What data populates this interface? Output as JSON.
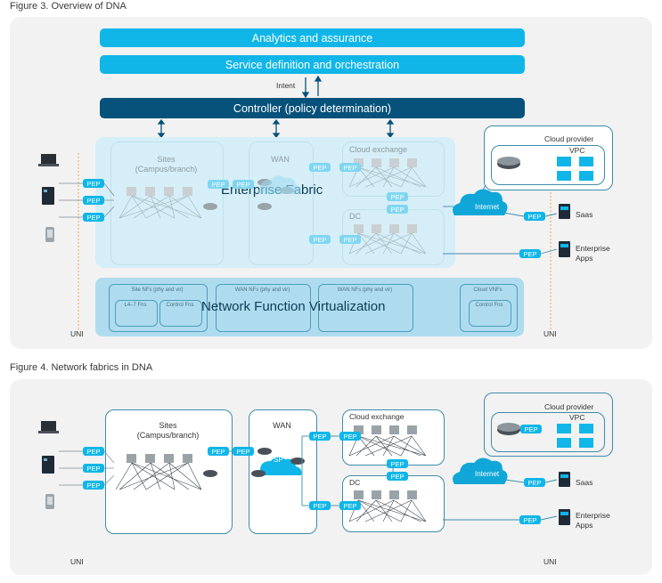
{
  "figure3": {
    "title": "Figure 3. Overview of DNA",
    "analytics": "Analytics and assurance",
    "service": "Service definition and orchestration",
    "intent": "Intent",
    "controller": "Controller (policy determination)",
    "enterprise_fabric": "Enterprise Fabric",
    "nfv": "Network Function Virtualization",
    "sites": "Sites",
    "sites_sub": "(Campus/branch)",
    "wan": "WAN",
    "cloud_exchange": "Cloud exchange",
    "dc": "DC",
    "internet": "Internet",
    "cloud_provider": "Cloud provider",
    "vpc": "VPC",
    "saas": "Saas",
    "enterprise_apps": "Enterprise\nApps",
    "uni": "UNI",
    "pep": "PEP",
    "site_nfs": "Site NFs (phy and vir)",
    "wan_nfs": "WAN NFs (phy and vir)",
    "wan_nfs2": "WAN NFs (phy and vir)",
    "cloud_vnfs": "Cloud VNFs",
    "l47": "L4–7 Fns",
    "control_fns": "Control Fns",
    "control_fns2": "Control Fns"
  },
  "figure4": {
    "title": "Figure 4. Network fabrics in DNA",
    "sites": "Sites",
    "sites_sub": "(Campus/branch)",
    "wan": "WAN",
    "sp": "SP",
    "cloud_exchange": "Cloud exchange",
    "dc": "DC",
    "internet": "Internet",
    "cloud_provider": "Cloud provider",
    "vpc": "VPC",
    "saas": "Saas",
    "enterprise_apps": "Enterprise\nApps",
    "uni": "UNI",
    "pep": "PEP"
  },
  "colors": {
    "accent": "#10b6e8",
    "controller": "#07527a",
    "panel": "#f2f2f2",
    "uni_line": "#f5a24b",
    "border": "#3d8cab"
  }
}
